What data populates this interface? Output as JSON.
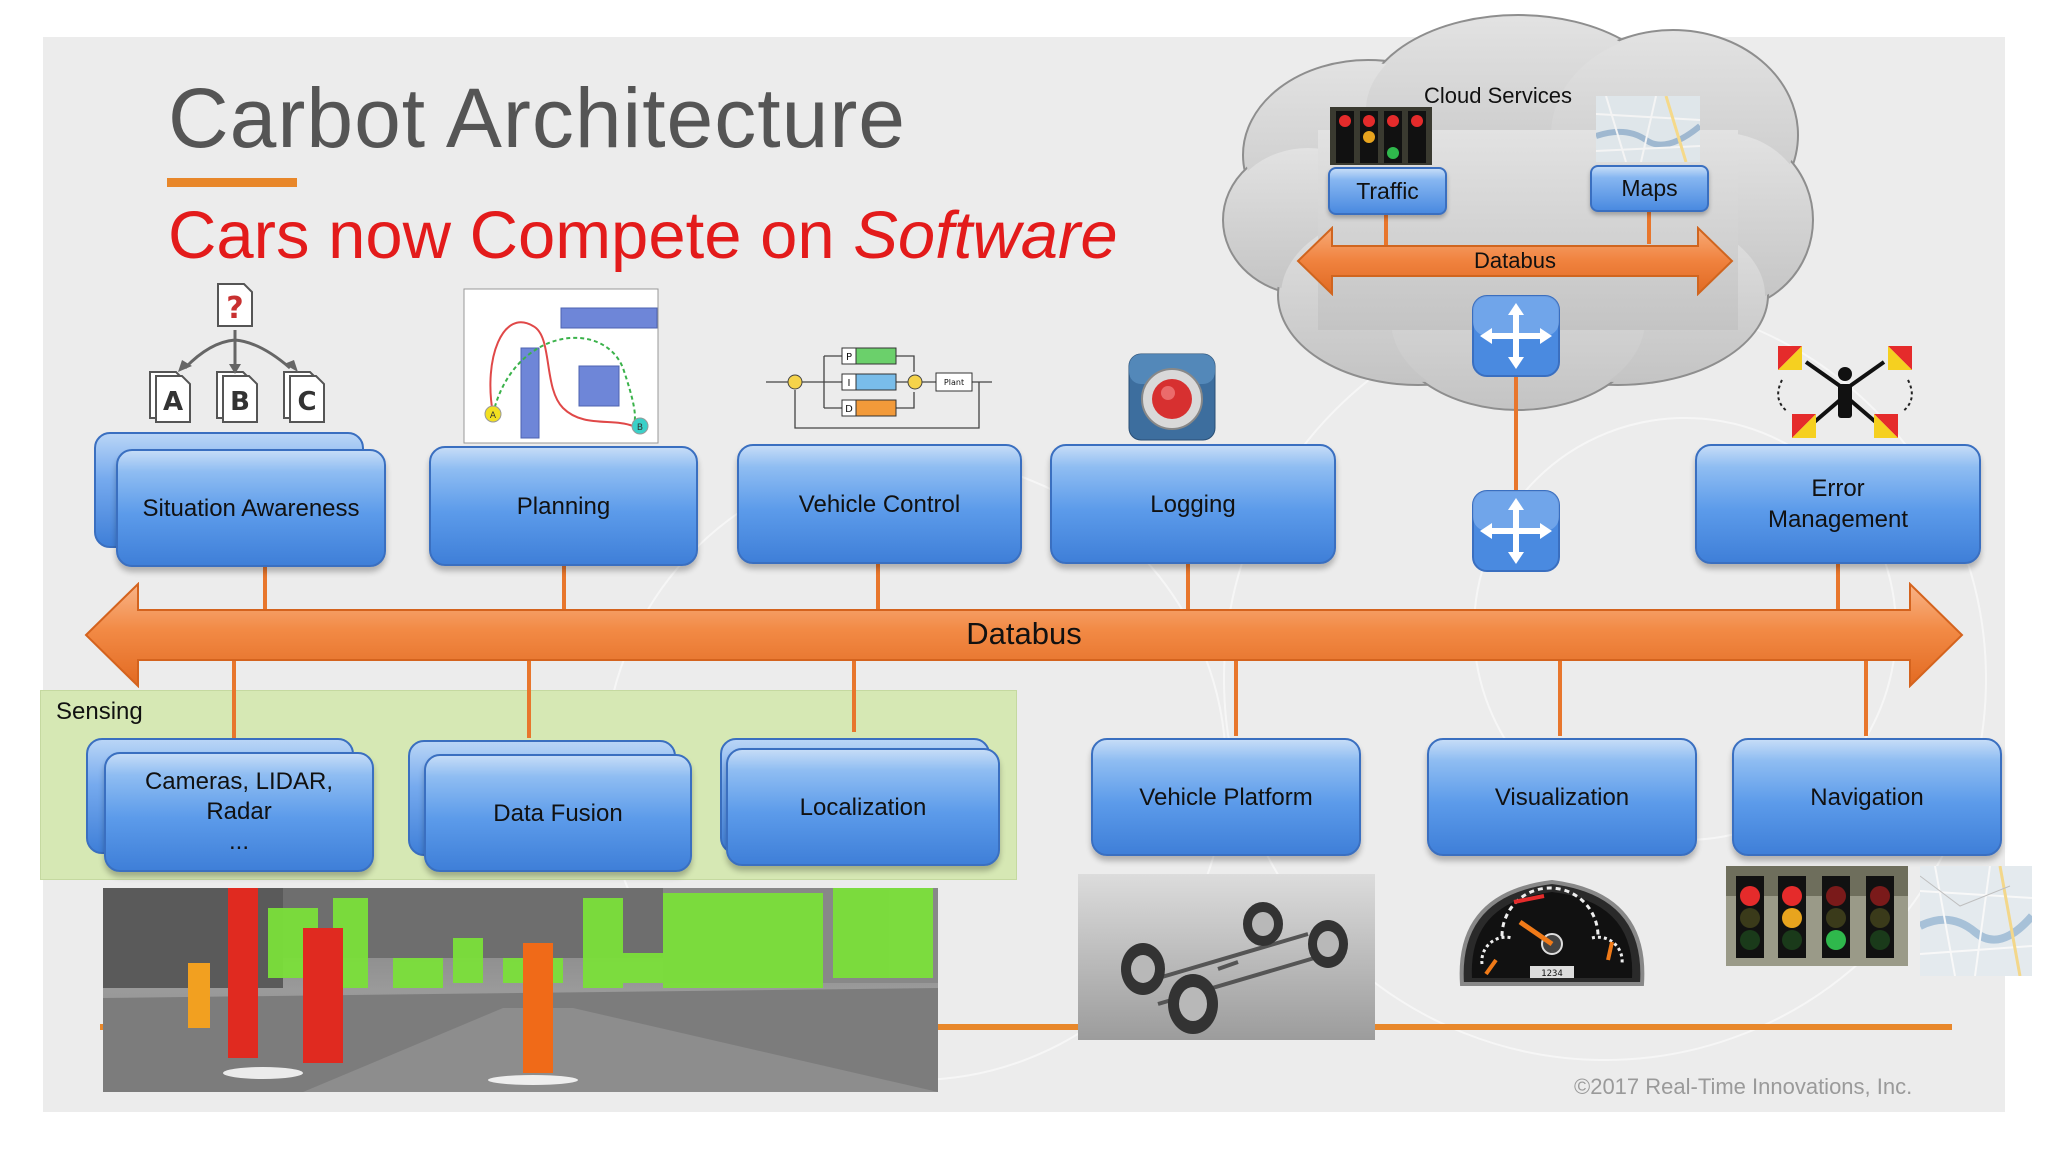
{
  "title": "Carbot Architecture",
  "subtitle_prefix": "Cars now Compete on ",
  "subtitle_emphasis": "Software",
  "databus_label": "Databus",
  "cloud": {
    "title": "Cloud Services",
    "traffic_label": "Traffic",
    "maps_label": "Maps",
    "databus_label": "Databus"
  },
  "top_components": {
    "situation_awareness": "Situation Awareness",
    "planning": "Planning",
    "vehicle_control": "Vehicle Control",
    "logging": "Logging",
    "error_line1": "Error",
    "error_line2": "Management"
  },
  "sensing": {
    "label": "Sensing",
    "cameras_line1": "Cameras, LIDAR,",
    "cameras_line2": "Radar",
    "cameras_line3": "...",
    "data_fusion": "Data Fusion",
    "localization": "Localization"
  },
  "bottom_components": {
    "vehicle_platform": "Vehicle Platform",
    "visualization": "Visualization",
    "navigation": "Navigation"
  },
  "figures": {
    "choice_letters": [
      "A",
      "B",
      "C"
    ],
    "choice_question": "?",
    "control_blocks": [
      "P",
      "I",
      "D",
      "Plant"
    ],
    "planning_points": [
      "A",
      "B"
    ],
    "odometer": "1234"
  },
  "copyright": "©2017 Real-Time Innovations, Inc.",
  "colors": {
    "accent_orange": "#e8762c",
    "title_red": "#e31b1b",
    "box_blue": "#4a8ae0",
    "sensing_green": "#d6e8b4"
  }
}
